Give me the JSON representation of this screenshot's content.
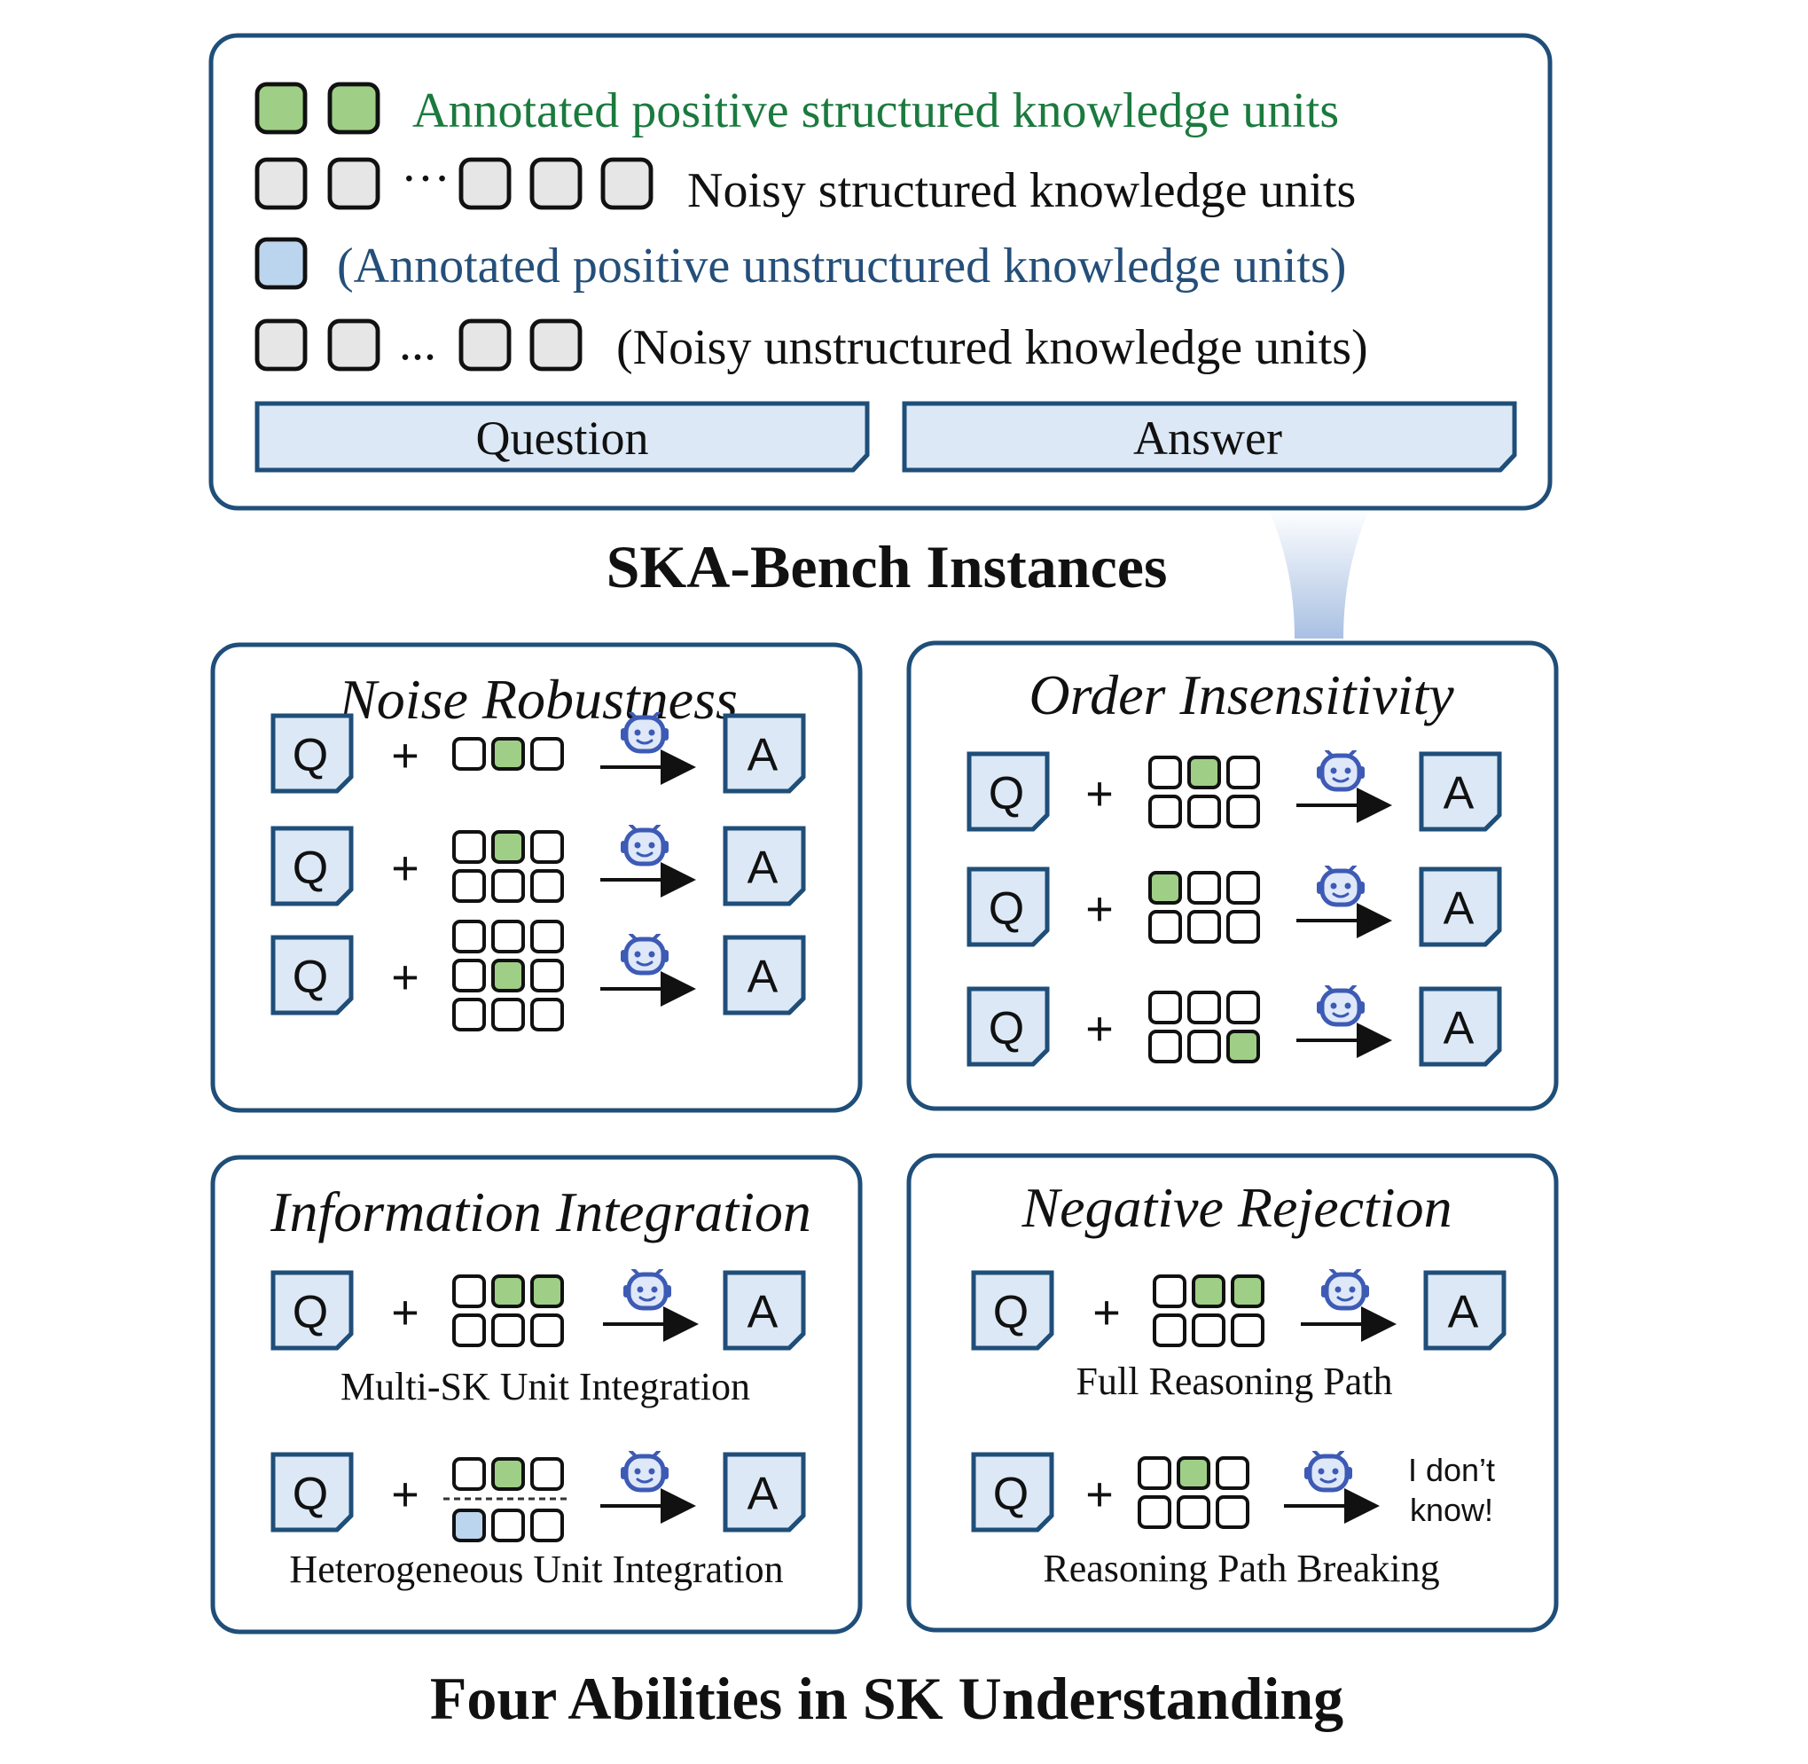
{
  "colors": {
    "frame": "#1f4e79",
    "positive_structured": "#9fcf86",
    "positive_unstructured": "#bcd5ee",
    "noisy": "#e6e6e6",
    "doc_fill": "#dce8f5",
    "green_text": "#1b7a3e",
    "blue_text": "#244f7a",
    "robot": "#3d5bb5"
  },
  "legend": {
    "positive_structured": "Annotated positive structured knowledge units",
    "noisy_structured": "Noisy structured knowledge units",
    "positive_unstructured": "(Annotated positive unstructured knowledge units)",
    "noisy_unstructured": "(Noisy unstructured knowledge units)",
    "ellipsis_1": "···",
    "ellipsis_2": "..."
  },
  "bars": {
    "question": "Question",
    "answer": "Answer"
  },
  "section_title": "SKA-Bench Instances",
  "footer_title": "Four Abilities in SK Understanding",
  "symbols": {
    "q": "Q",
    "a": "A",
    "plus": "+"
  },
  "panels": {
    "noise": {
      "title": "Noise Robustness"
    },
    "order": {
      "title": "Order Insensitivity"
    },
    "integration": {
      "title": "Information Integration",
      "caption_1": "Multi-SK Unit Integration",
      "caption_2": "Heterogeneous Unit Integration"
    },
    "negative": {
      "title": "Negative Rejection",
      "caption_1": "Full Reasoning Path",
      "caption_2": "Reasoning Path Breaking",
      "dont_know_1": "I don’t",
      "dont_know_2": "know!"
    }
  }
}
